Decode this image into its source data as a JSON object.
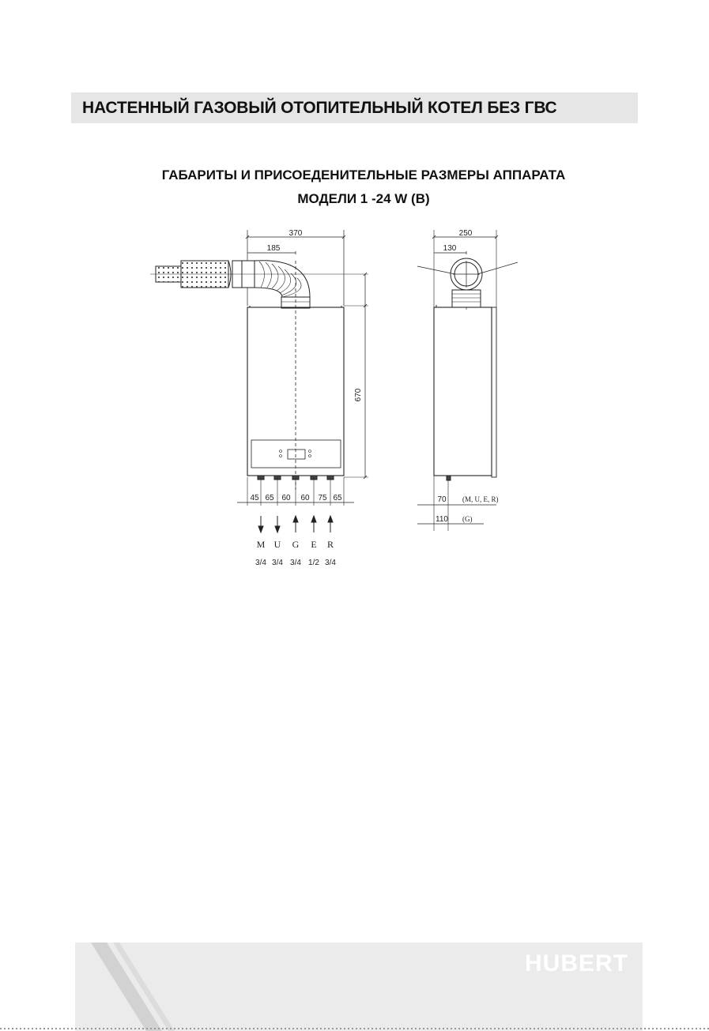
{
  "header": {
    "section_title": "НАСТЕННЫЙ ГАЗОВЫЙ ОТОПИТЕЛЬНЫЙ КОТЕЛ БЕЗ ГВС"
  },
  "drawing": {
    "title_line1": "ГАБАРИТЫ И ПРИСОЕДЕНИТЕЛЬНЫЕ РАЗМЕРЫ АППАРАТА",
    "title_line2": "МОДЕЛИ 1   -24 W  (B)",
    "front": {
      "width": "370",
      "flue_offset": "185",
      "height": "670",
      "connection_spacing": [
        "45",
        "65",
        "60",
        "60",
        "75",
        "65"
      ],
      "connections": [
        {
          "letter": "M",
          "size": "3/4",
          "direction": "down"
        },
        {
          "letter": "U",
          "size": "3/4",
          "direction": "down"
        },
        {
          "letter": "G",
          "size": "3/4",
          "direction": "up"
        },
        {
          "letter": "E",
          "size": "1/2",
          "direction": "up"
        },
        {
          "letter": "R",
          "size": "3/4",
          "direction": "up"
        }
      ]
    },
    "side": {
      "depth": "250",
      "flue_offset": "130",
      "connections_offset": "70",
      "connections_offset_label": "(M, U, E, R)",
      "gas_offset": "110",
      "gas_offset_label": "(G)"
    }
  },
  "footer": {
    "brand": "HUBERT",
    "accent_color": "#c9c9c9",
    "background_color": "#ebebeb"
  }
}
